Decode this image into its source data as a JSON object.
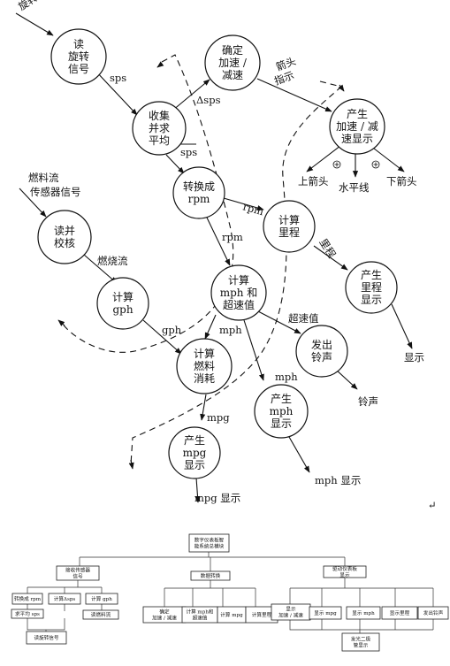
{
  "dfd": {
    "nodes": [
      {
        "id": "read",
        "lines": [
          "读",
          "旋转",
          "信号"
        ]
      },
      {
        "id": "collect",
        "lines": [
          "收集",
          "并求",
          "平均"
        ]
      },
      {
        "id": "accel",
        "lines": [
          "确定",
          "加速 /",
          "减速"
        ]
      },
      {
        "id": "arrowdisp",
        "lines": [
          "产生",
          "加速 / 减",
          "速显示"
        ]
      },
      {
        "id": "torpm",
        "lines": [
          "转换成",
          "rpm"
        ]
      },
      {
        "id": "mileage",
        "lines": [
          "计算",
          "里程"
        ]
      },
      {
        "id": "readcal",
        "lines": [
          "读并",
          "校核"
        ]
      },
      {
        "id": "gph",
        "lines": [
          "计算",
          "gph"
        ]
      },
      {
        "id": "mph",
        "lines": [
          "计算",
          "mph 和",
          "超速值"
        ]
      },
      {
        "id": "mileagedisp",
        "lines": [
          "产生",
          "里程",
          "显示"
        ]
      },
      {
        "id": "fuel",
        "lines": [
          "计算",
          "燃料",
          "消耗"
        ]
      },
      {
        "id": "bell",
        "lines": [
          "发出",
          "铃声"
        ]
      },
      {
        "id": "mphdisp",
        "lines": [
          "产生",
          "mph",
          "显示"
        ]
      },
      {
        "id": "mpgdisp",
        "lines": [
          "产生",
          "mpg",
          "显示"
        ]
      }
    ],
    "labels": {
      "rotation_signal": "旋转信号",
      "sps": "sps",
      "delta_sps": "Δsps",
      "sps_bar": "sps",
      "arrow_indicator_1": "箭头",
      "arrow_indicator_2": "指示",
      "up_arrow": "上箭头",
      "horizontal": "水平线",
      "down_arrow": "下箭头",
      "fuel_sensor_1": "燃料流",
      "fuel_sensor_2": "传感器信号",
      "fuel_flow": "燃烧流",
      "rpm1": "rpm",
      "rpm2": "rpm",
      "mileage_flow": "里程",
      "display": "显示",
      "gph": "gph",
      "mph1": "mph",
      "overspeed": "超速值",
      "mph2": "mph",
      "bell": "铃声",
      "mpg": "mpg",
      "mpg_display": "mpg 显示",
      "mph_display": "mph 显示",
      "return_mark": "↵"
    }
  },
  "tree": {
    "root": [
      "数字仪表板智",
      "能系统总模块"
    ],
    "left": {
      "title": [
        "接收传感器",
        "信号"
      ],
      "items": [
        "转换成 rpm",
        "计算Δsps",
        "计算 gph"
      ],
      "sub_avg": [
        "求平均 sps"
      ],
      "sub_fuel": [
        "读燃料流"
      ],
      "bottom": [
        "读旋转信号"
      ]
    },
    "middle": {
      "title": [
        "数据转换"
      ],
      "items": [
        [
          "确定",
          "加速 / 减速"
        ],
        [
          "计算 mph和",
          "超速值"
        ],
        [
          "计算 mpg"
        ],
        [
          "计算里程"
        ]
      ]
    },
    "right": {
      "title": [
        "驱动仪表板",
        "显示"
      ],
      "items": [
        [
          "显示",
          "加速 / 减速"
        ],
        [
          "显示 mpg"
        ],
        [
          "显示 mph"
        ],
        [
          "显示里程"
        ],
        [
          "发出铃声"
        ]
      ],
      "bottom": [
        "发光二极",
        "管显示"
      ]
    }
  }
}
